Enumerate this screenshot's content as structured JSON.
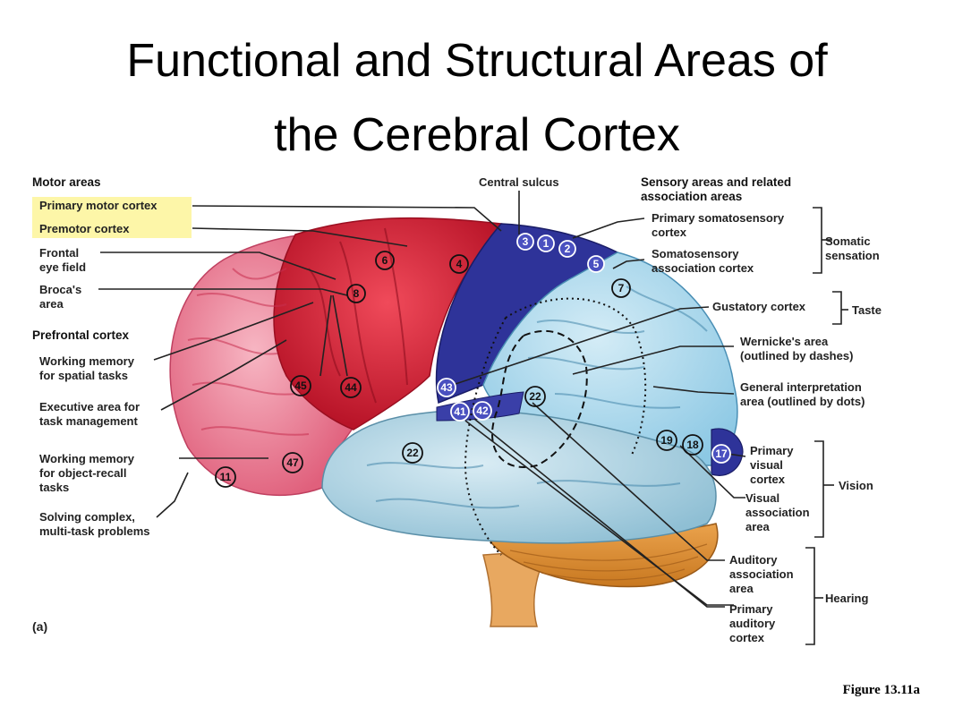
{
  "title": {
    "line1": "Functional and Structural Areas of",
    "line2": "the Cerebral Cortex"
  },
  "figure_caption": "Figure 13.11a",
  "panel_label": "(a)",
  "motor": {
    "header": "Motor areas",
    "primary_motor": "Primary motor cortex",
    "premotor": "Premotor cortex",
    "frontal_eye": "Frontal\neye field",
    "broca": "Broca's\narea"
  },
  "prefrontal": {
    "header": "Prefrontal cortex",
    "working_spatial": "Working memory\nfor spatial tasks",
    "executive": "Executive area for\ntask management",
    "working_object": "Working memory\nfor object-recall\ntasks",
    "solving": "Solving complex,\nmulti-task problems"
  },
  "central_sulcus": "Central sulcus",
  "sensory": {
    "header": "Sensory areas and related\nassociation areas",
    "primary_somato": "Primary somatosensory\ncortex",
    "somato_assoc": "Somatosensory\nassociation cortex",
    "gustatory": "Gustatory cortex",
    "wernicke": "Wernicke's area\n(outlined by dashes)",
    "general_interp": "General interpretation\narea (outlined by dots)",
    "primary_visual": "Primary\nvisual\ncortex",
    "visual_assoc": "Visual\nassociation\narea",
    "auditory_assoc": "Auditory\nassociation\narea",
    "primary_auditory": "Primary\nauditory\ncortex"
  },
  "groups": {
    "somatic": "Somatic\nsensation",
    "taste": "Taste",
    "vision": "Vision",
    "hearing": "Hearing"
  },
  "brodmann": {
    "a1": "1",
    "a2": "2",
    "a3": "3",
    "a4": "4",
    "a5": "5",
    "a6": "6",
    "a7": "7",
    "a8": "8",
    "a11": "11",
    "a17": "17",
    "a18": "18",
    "a19": "19",
    "a22a": "22",
    "a22b": "22",
    "a41": "41",
    "a42": "42",
    "a43": "43",
    "a44": "44",
    "a45": "45",
    "a47": "47"
  },
  "colors": {
    "motor_red": "#d8283a",
    "prefrontal_pink": "#ee8aa0",
    "somatosensory_blue": "#2a2f9a",
    "association_lightblue": "#a9d6ec",
    "temporal_pale": "#b9dbe9",
    "cerebellum_orange": "#d88a35",
    "highlight_yellow": "#fdf6a8"
  }
}
